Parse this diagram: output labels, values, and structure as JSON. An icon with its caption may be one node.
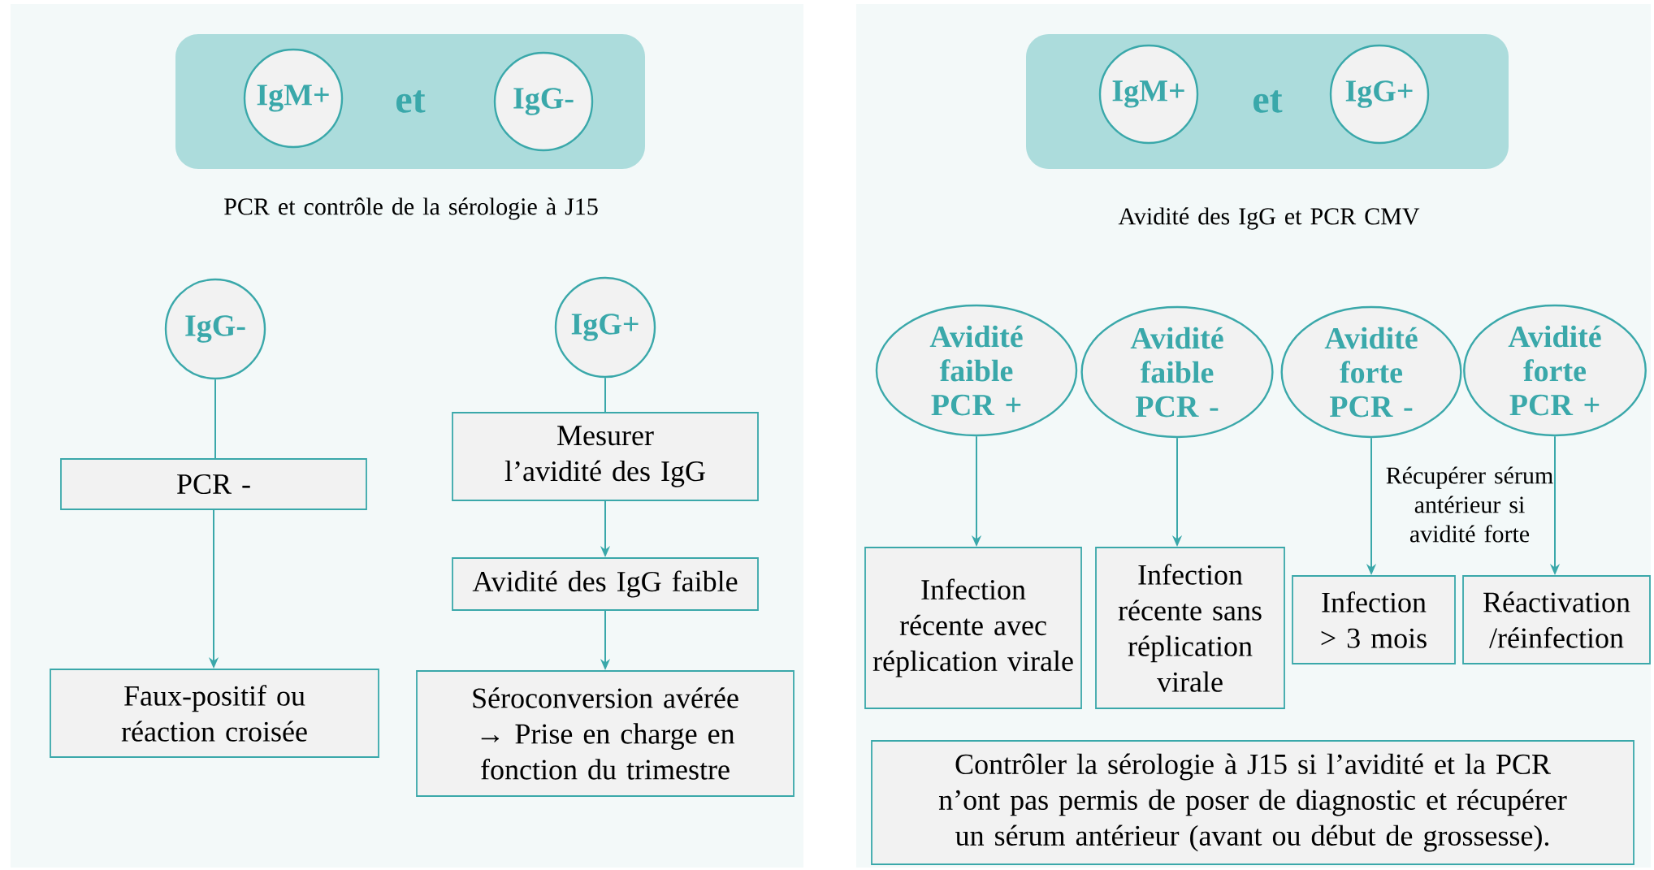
{
  "diagram": {
    "nodes": [
      {
        "text": [
          "et"
        ]
      },
      {
        "text": [
          "IgM+"
        ],
        "in": 0
      },
      {
        "text": [
          "IgG-"
        ],
        "in": 0
      },
      {
        "text": [
          "IgG-"
        ]
      },
      {
        "text": [
          "IgG+"
        ]
      },
      {
        "text": [
          "PCR -"
        ]
      },
      {
        "text": [
          "Mesurer l’avidité des IgG"
        ]
      },
      {
        "text": [
          "Avidité des IgG faible"
        ]
      },
      {
        "text": [
          "Faux-positif ou réaction croisée"
        ]
      },
      {
        "text": [
          "Séroconversion avérée → Prise en charge en fonction du trimestre"
        ]
      },
      {
        "text": [
          "et"
        ]
      },
      {
        "text": [
          "IgM+"
        ],
        "in": 10
      },
      {
        "text": [
          "IgG+"
        ],
        "in": 10
      },
      {
        "text": [
          "Avidité faible PCR +"
        ]
      },
      {
        "text": [
          "Avidité faible PCR -"
        ]
      },
      {
        "text": [
          "Avidité forte PCR -"
        ]
      },
      {
        "text": [
          "Avidité forte PCR +"
        ]
      },
      {
        "text": [
          "Infection récente avec réplication virale"
        ]
      },
      {
        "text": [
          "Infection récente sans réplication virale"
        ]
      },
      {
        "text": [
          "Infection > 3 mois"
        ]
      },
      {
        "text": [
          "Réactivation /réinfection"
        ]
      },
      {
        "text": [
          "Contrôler la sérologie à J15 si l’avidité et la PCR n’ont pas permis de poser de diagnostic et récupérer un sérum antérieur (avant ou début de grossesse)."
        ]
      }
    ],
    "edges": [
      {
        "from": 3,
        "to": 5,
        "arrow": "none"
      },
      {
        "from": 5,
        "to": 8,
        "arrow": "to"
      },
      {
        "from": 4,
        "to": 6,
        "arrow": "none"
      },
      {
        "from": 6,
        "to": 7,
        "arrow": "to"
      },
      {
        "from": 7,
        "to": 9,
        "arrow": "to"
      },
      {
        "from": 13,
        "to": 17,
        "arrow": "to"
      },
      {
        "from": 14,
        "to": 18,
        "arrow": "to"
      },
      {
        "from": 15,
        "to": 19,
        "arrow": "to"
      },
      {
        "from": 16,
        "to": 20,
        "arrow": "to"
      }
    ],
    "labels": [
      "PCR et contrôle de la sérologie à J15",
      "Avidité des IgG et PCR CMV",
      "Récupérer sérum antérieur si avidité forte"
    ]
  }
}
